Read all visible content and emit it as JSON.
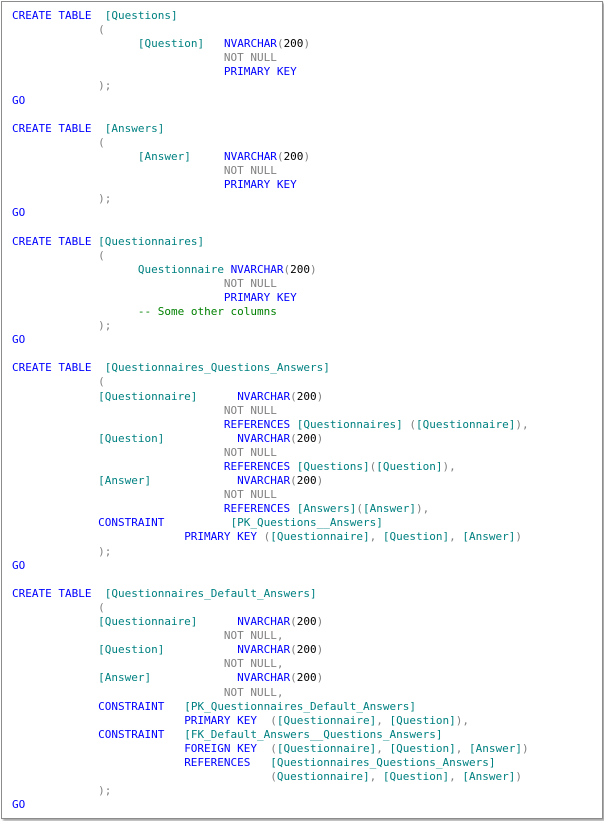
{
  "colors": {
    "keyword": "#0000ff",
    "identifier": "#008080",
    "operator": "#808080",
    "comment": "#008000",
    "text": "#000000"
  },
  "lines": [
    [
      {
        "t": "CREATE TABLE",
        "c": "kw"
      },
      {
        "t": "  "
      },
      {
        "t": "[Questions]",
        "c": "id"
      }
    ],
    [
      {
        "t": "             "
      },
      {
        "t": "(",
        "c": "gr"
      }
    ],
    [
      {
        "t": "                   "
      },
      {
        "t": "[Question]",
        "c": "id"
      },
      {
        "t": "   "
      },
      {
        "t": "NVARCHAR",
        "c": "kw"
      },
      {
        "t": "(",
        "c": "gr"
      },
      {
        "t": "200",
        "c": "tx"
      },
      {
        "t": ")",
        "c": "gr"
      }
    ],
    [
      {
        "t": "                                "
      },
      {
        "t": "NOT NULL",
        "c": "gr"
      }
    ],
    [
      {
        "t": "                                "
      },
      {
        "t": "PRIMARY KEY",
        "c": "kw"
      }
    ],
    [
      {
        "t": "             "
      },
      {
        "t": ");",
        "c": "gr"
      }
    ],
    [
      {
        "t": "GO",
        "c": "kw"
      }
    ],
    [
      {
        "t": ""
      }
    ],
    [
      {
        "t": "CREATE TABLE",
        "c": "kw"
      },
      {
        "t": "  "
      },
      {
        "t": "[Answers]",
        "c": "id"
      }
    ],
    [
      {
        "t": "             "
      },
      {
        "t": "(",
        "c": "gr"
      }
    ],
    [
      {
        "t": "                   "
      },
      {
        "t": "[Answer]",
        "c": "id"
      },
      {
        "t": "     "
      },
      {
        "t": "NVARCHAR",
        "c": "kw"
      },
      {
        "t": "(",
        "c": "gr"
      },
      {
        "t": "200",
        "c": "tx"
      },
      {
        "t": ")",
        "c": "gr"
      }
    ],
    [
      {
        "t": "                                "
      },
      {
        "t": "NOT NULL",
        "c": "gr"
      }
    ],
    [
      {
        "t": "                                "
      },
      {
        "t": "PRIMARY KEY",
        "c": "kw"
      }
    ],
    [
      {
        "t": "             "
      },
      {
        "t": ");",
        "c": "gr"
      }
    ],
    [
      {
        "t": "GO",
        "c": "kw"
      }
    ],
    [
      {
        "t": ""
      }
    ],
    [
      {
        "t": "CREATE TABLE",
        "c": "kw"
      },
      {
        "t": " "
      },
      {
        "t": "[Questionnaires]",
        "c": "id"
      }
    ],
    [
      {
        "t": "             "
      },
      {
        "t": "(",
        "c": "gr"
      }
    ],
    [
      {
        "t": "                   "
      },
      {
        "t": "Questionnaire",
        "c": "id"
      },
      {
        "t": " "
      },
      {
        "t": "NVARCHAR",
        "c": "kw"
      },
      {
        "t": "(",
        "c": "gr"
      },
      {
        "t": "200",
        "c": "tx"
      },
      {
        "t": ")",
        "c": "gr"
      }
    ],
    [
      {
        "t": "                                "
      },
      {
        "t": "NOT NULL",
        "c": "gr"
      }
    ],
    [
      {
        "t": "                                "
      },
      {
        "t": "PRIMARY KEY",
        "c": "kw"
      }
    ],
    [
      {
        "t": "                   "
      },
      {
        "t": "-- Some other columns",
        "c": "cm"
      }
    ],
    [
      {
        "t": "             "
      },
      {
        "t": ");",
        "c": "gr"
      }
    ],
    [
      {
        "t": "GO",
        "c": "kw"
      }
    ],
    [
      {
        "t": ""
      }
    ],
    [
      {
        "t": "CREATE TABLE",
        "c": "kw"
      },
      {
        "t": "  "
      },
      {
        "t": "[Questionnaires_Questions_Answers]",
        "c": "id"
      }
    ],
    [
      {
        "t": "             "
      },
      {
        "t": "(",
        "c": "gr"
      }
    ],
    [
      {
        "t": "             "
      },
      {
        "t": "[Questionnaire]",
        "c": "id"
      },
      {
        "t": "      "
      },
      {
        "t": "NVARCHAR",
        "c": "kw"
      },
      {
        "t": "(",
        "c": "gr"
      },
      {
        "t": "200",
        "c": "tx"
      },
      {
        "t": ")",
        "c": "gr"
      }
    ],
    [
      {
        "t": "                                "
      },
      {
        "t": "NOT NULL",
        "c": "gr"
      }
    ],
    [
      {
        "t": "                                "
      },
      {
        "t": "REFERENCES",
        "c": "kw"
      },
      {
        "t": " "
      },
      {
        "t": "[Questionnaires]",
        "c": "id"
      },
      {
        "t": " "
      },
      {
        "t": "(",
        "c": "gr"
      },
      {
        "t": "[Questionnaire]",
        "c": "id"
      },
      {
        "t": "),",
        "c": "gr"
      }
    ],
    [
      {
        "t": "             "
      },
      {
        "t": "[Question]",
        "c": "id"
      },
      {
        "t": "           "
      },
      {
        "t": "NVARCHAR",
        "c": "kw"
      },
      {
        "t": "(",
        "c": "gr"
      },
      {
        "t": "200",
        "c": "tx"
      },
      {
        "t": ")",
        "c": "gr"
      }
    ],
    [
      {
        "t": "                                "
      },
      {
        "t": "NOT NULL",
        "c": "gr"
      }
    ],
    [
      {
        "t": "                                "
      },
      {
        "t": "REFERENCES",
        "c": "kw"
      },
      {
        "t": " "
      },
      {
        "t": "[Questions]",
        "c": "id"
      },
      {
        "t": "(",
        "c": "gr"
      },
      {
        "t": "[Question]",
        "c": "id"
      },
      {
        "t": "),",
        "c": "gr"
      }
    ],
    [
      {
        "t": "             "
      },
      {
        "t": "[Answer]",
        "c": "id"
      },
      {
        "t": "             "
      },
      {
        "t": "NVARCHAR",
        "c": "kw"
      },
      {
        "t": "(",
        "c": "gr"
      },
      {
        "t": "200",
        "c": "tx"
      },
      {
        "t": ")",
        "c": "gr"
      }
    ],
    [
      {
        "t": "                                "
      },
      {
        "t": "NOT NULL",
        "c": "gr"
      }
    ],
    [
      {
        "t": "                                "
      },
      {
        "t": "REFERENCES",
        "c": "kw"
      },
      {
        "t": " "
      },
      {
        "t": "[Answers]",
        "c": "id"
      },
      {
        "t": "(",
        "c": "gr"
      },
      {
        "t": "[Answer]",
        "c": "id"
      },
      {
        "t": "),",
        "c": "gr"
      }
    ],
    [
      {
        "t": "             "
      },
      {
        "t": "CONSTRAINT",
        "c": "kw"
      },
      {
        "t": "          "
      },
      {
        "t": "[PK_Questions__Answers]",
        "c": "id"
      }
    ],
    [
      {
        "t": "                          "
      },
      {
        "t": "PRIMARY KEY",
        "c": "kw"
      },
      {
        "t": " "
      },
      {
        "t": "(",
        "c": "gr"
      },
      {
        "t": "[Questionnaire]",
        "c": "id"
      },
      {
        "t": ", ",
        "c": "gr"
      },
      {
        "t": "[Question]",
        "c": "id"
      },
      {
        "t": ", ",
        "c": "gr"
      },
      {
        "t": "[Answer]",
        "c": "id"
      },
      {
        "t": ")",
        "c": "gr"
      }
    ],
    [
      {
        "t": "             "
      },
      {
        "t": ");",
        "c": "gr"
      }
    ],
    [
      {
        "t": "GO",
        "c": "kw"
      }
    ],
    [
      {
        "t": ""
      }
    ],
    [
      {
        "t": "CREATE TABLE",
        "c": "kw"
      },
      {
        "t": "  "
      },
      {
        "t": "[Questionnaires_Default_Answers]",
        "c": "id"
      }
    ],
    [
      {
        "t": "             "
      },
      {
        "t": "(",
        "c": "gr"
      }
    ],
    [
      {
        "t": "             "
      },
      {
        "t": "[Questionnaire]",
        "c": "id"
      },
      {
        "t": "      "
      },
      {
        "t": "NVARCHAR",
        "c": "kw"
      },
      {
        "t": "(",
        "c": "gr"
      },
      {
        "t": "200",
        "c": "tx"
      },
      {
        "t": ")",
        "c": "gr"
      }
    ],
    [
      {
        "t": "                                "
      },
      {
        "t": "NOT NULL,",
        "c": "gr"
      }
    ],
    [
      {
        "t": "             "
      },
      {
        "t": "[Question]",
        "c": "id"
      },
      {
        "t": "           "
      },
      {
        "t": "NVARCHAR",
        "c": "kw"
      },
      {
        "t": "(",
        "c": "gr"
      },
      {
        "t": "200",
        "c": "tx"
      },
      {
        "t": ")",
        "c": "gr"
      }
    ],
    [
      {
        "t": "                                "
      },
      {
        "t": "NOT NULL,",
        "c": "gr"
      }
    ],
    [
      {
        "t": "             "
      },
      {
        "t": "[Answer]",
        "c": "id"
      },
      {
        "t": "             "
      },
      {
        "t": "NVARCHAR",
        "c": "kw"
      },
      {
        "t": "(",
        "c": "gr"
      },
      {
        "t": "200",
        "c": "tx"
      },
      {
        "t": ")",
        "c": "gr"
      }
    ],
    [
      {
        "t": "                                "
      },
      {
        "t": "NOT NULL,",
        "c": "gr"
      }
    ],
    [
      {
        "t": "             "
      },
      {
        "t": "CONSTRAINT",
        "c": "kw"
      },
      {
        "t": "   "
      },
      {
        "t": "[PK_Questionnaires_Default_Answers]",
        "c": "id"
      }
    ],
    [
      {
        "t": "                          "
      },
      {
        "t": "PRIMARY KEY",
        "c": "kw"
      },
      {
        "t": "  "
      },
      {
        "t": "(",
        "c": "gr"
      },
      {
        "t": "[Questionnaire]",
        "c": "id"
      },
      {
        "t": ", ",
        "c": "gr"
      },
      {
        "t": "[Question]",
        "c": "id"
      },
      {
        "t": "),",
        "c": "gr"
      }
    ],
    [
      {
        "t": "             "
      },
      {
        "t": "CONSTRAINT",
        "c": "kw"
      },
      {
        "t": "   "
      },
      {
        "t": "[FK_Default_Answers__Questions_Answers]",
        "c": "id"
      }
    ],
    [
      {
        "t": "                          "
      },
      {
        "t": "FOREIGN KEY",
        "c": "kw"
      },
      {
        "t": "  "
      },
      {
        "t": "(",
        "c": "gr"
      },
      {
        "t": "[Questionnaire]",
        "c": "id"
      },
      {
        "t": ", ",
        "c": "gr"
      },
      {
        "t": "[Question]",
        "c": "id"
      },
      {
        "t": ", ",
        "c": "gr"
      },
      {
        "t": "[Answer]",
        "c": "id"
      },
      {
        "t": ")",
        "c": "gr"
      }
    ],
    [
      {
        "t": "                          "
      },
      {
        "t": "REFERENCES",
        "c": "kw"
      },
      {
        "t": "   "
      },
      {
        "t": "[Questionnaires_Questions_Answers]",
        "c": "id"
      }
    ],
    [
      {
        "t": "                                       "
      },
      {
        "t": "(",
        "c": "gr"
      },
      {
        "t": "Questionnaire]",
        "c": "id"
      },
      {
        "t": ", ",
        "c": "gr"
      },
      {
        "t": "[Question]",
        "c": "id"
      },
      {
        "t": ", ",
        "c": "gr"
      },
      {
        "t": "[Answer]",
        "c": "id"
      },
      {
        "t": ")",
        "c": "gr"
      }
    ],
    [
      {
        "t": "             "
      },
      {
        "t": ");",
        "c": "gr"
      }
    ],
    [
      {
        "t": "GO",
        "c": "kw"
      }
    ]
  ]
}
